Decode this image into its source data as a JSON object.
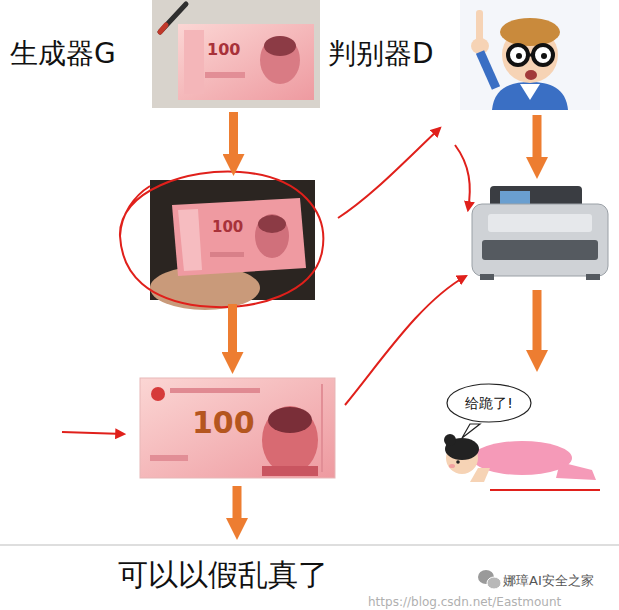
{
  "diagram": {
    "nodes": [
      {
        "text": [
          "100"
        ]
      },
      {
        "text": [
          "100"
        ]
      },
      {
        "text": [
          "100"
        ]
      },
      {
        "text": [
          "给跪了!"
        ]
      }
    ],
    "edges": [
      {
        "from": 0,
        "to": 1,
        "arrow": "to"
      },
      {
        "from": 1,
        "to": 2,
        "arrow": "to"
      }
    ],
    "labels": [
      "生成器G",
      "判别器D",
      "可以以假乱真了",
      "娜璋AI安全之家",
      "https://blog.csdn.net/Eastmount"
    ]
  }
}
